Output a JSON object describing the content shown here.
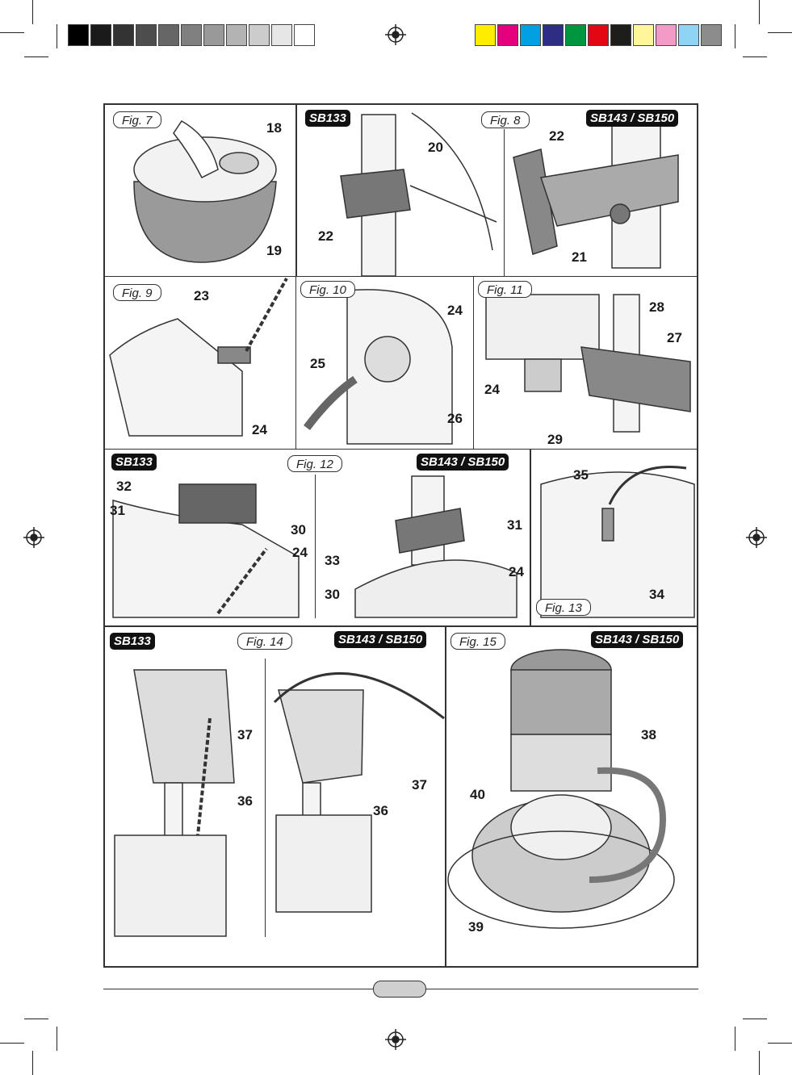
{
  "colors": {
    "grayscale": [
      "#000000",
      "#1a1a1a",
      "#333333",
      "#4d4d4d",
      "#666666",
      "#808080",
      "#999999",
      "#b3b3b3",
      "#cccccc",
      "#e6e6e6",
      "#ffffff"
    ],
    "process": [
      "#ffed00",
      "#e5007d",
      "#00a0e3",
      "#2d2e83",
      "#009640",
      "#e30613",
      "#1d1d1b",
      "#fff59b",
      "#f39bc6",
      "#8fd3f5",
      "#8c8c8c"
    ]
  },
  "figures": {
    "fig7": {
      "label": "Fig. 7",
      "callouts": [
        "18",
        "19"
      ]
    },
    "fig8": {
      "label": "Fig. 8",
      "model_left": "SB133",
      "model_right": "SB143 / SB150",
      "callouts": [
        "20",
        "22",
        "22",
        "21"
      ]
    },
    "fig9": {
      "label": "Fig. 9",
      "callouts": [
        "23",
        "24"
      ]
    },
    "fig10": {
      "label": "Fig. 10",
      "callouts": [
        "24",
        "25",
        "26"
      ]
    },
    "fig11": {
      "label": "Fig. 11",
      "callouts": [
        "28",
        "27",
        "24",
        "29"
      ]
    },
    "fig12": {
      "label": "Fig. 12",
      "model_left": "SB133",
      "model_right": "SB143 / SB150",
      "callouts": [
        "32",
        "31",
        "30",
        "24",
        "31",
        "33",
        "24",
        "30"
      ]
    },
    "fig13": {
      "label": "Fig. 13",
      "callouts": [
        "35",
        "34"
      ]
    },
    "fig14": {
      "label": "Fig. 14",
      "model_left": "SB133",
      "model_right": "SB143 / SB150",
      "callouts": [
        "37",
        "36",
        "37",
        "36"
      ]
    },
    "fig15": {
      "label": "Fig. 15",
      "model_right": "SB143 / SB150",
      "callouts": [
        "38",
        "40",
        "39"
      ]
    }
  }
}
